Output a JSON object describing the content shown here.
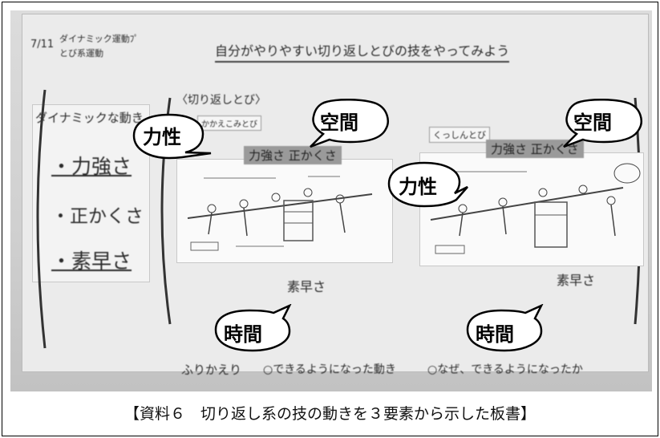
{
  "board": {
    "date": "7/11",
    "header_line1": "ダイナミック運動ﾌﾟ",
    "header_line2": "とび系運動",
    "title": "自分がやりやすい切り返しとびの技をやってみよう",
    "left_column": {
      "heading": "ダイナミックな動き",
      "items": [
        "・力強さ",
        "・正かくさ",
        "・素早さ"
      ]
    },
    "section_title": "〈切り返しとび〉",
    "left_chart": {
      "tab": "かかえこみとび",
      "label_top": "力強さ 正かくさ",
      "label_bottom": "素早さ"
    },
    "right_chart": {
      "tab": "くっしんとび",
      "label_top": "力強さ 正かくさ",
      "label_bottom": "素早さ"
    },
    "bottom": {
      "reflection": "ふりかえり",
      "note1": "○できるようになった動き",
      "note2": "○なぜ、できるようになったか"
    }
  },
  "bubbles": {
    "left_force": "力性",
    "left_space": "空間",
    "right_force": "力性",
    "right_space": "空間",
    "left_time": "時間",
    "right_time": "時間"
  },
  "caption": "【資料６　切り返し系の技の動きを３要素から示した板書】"
}
